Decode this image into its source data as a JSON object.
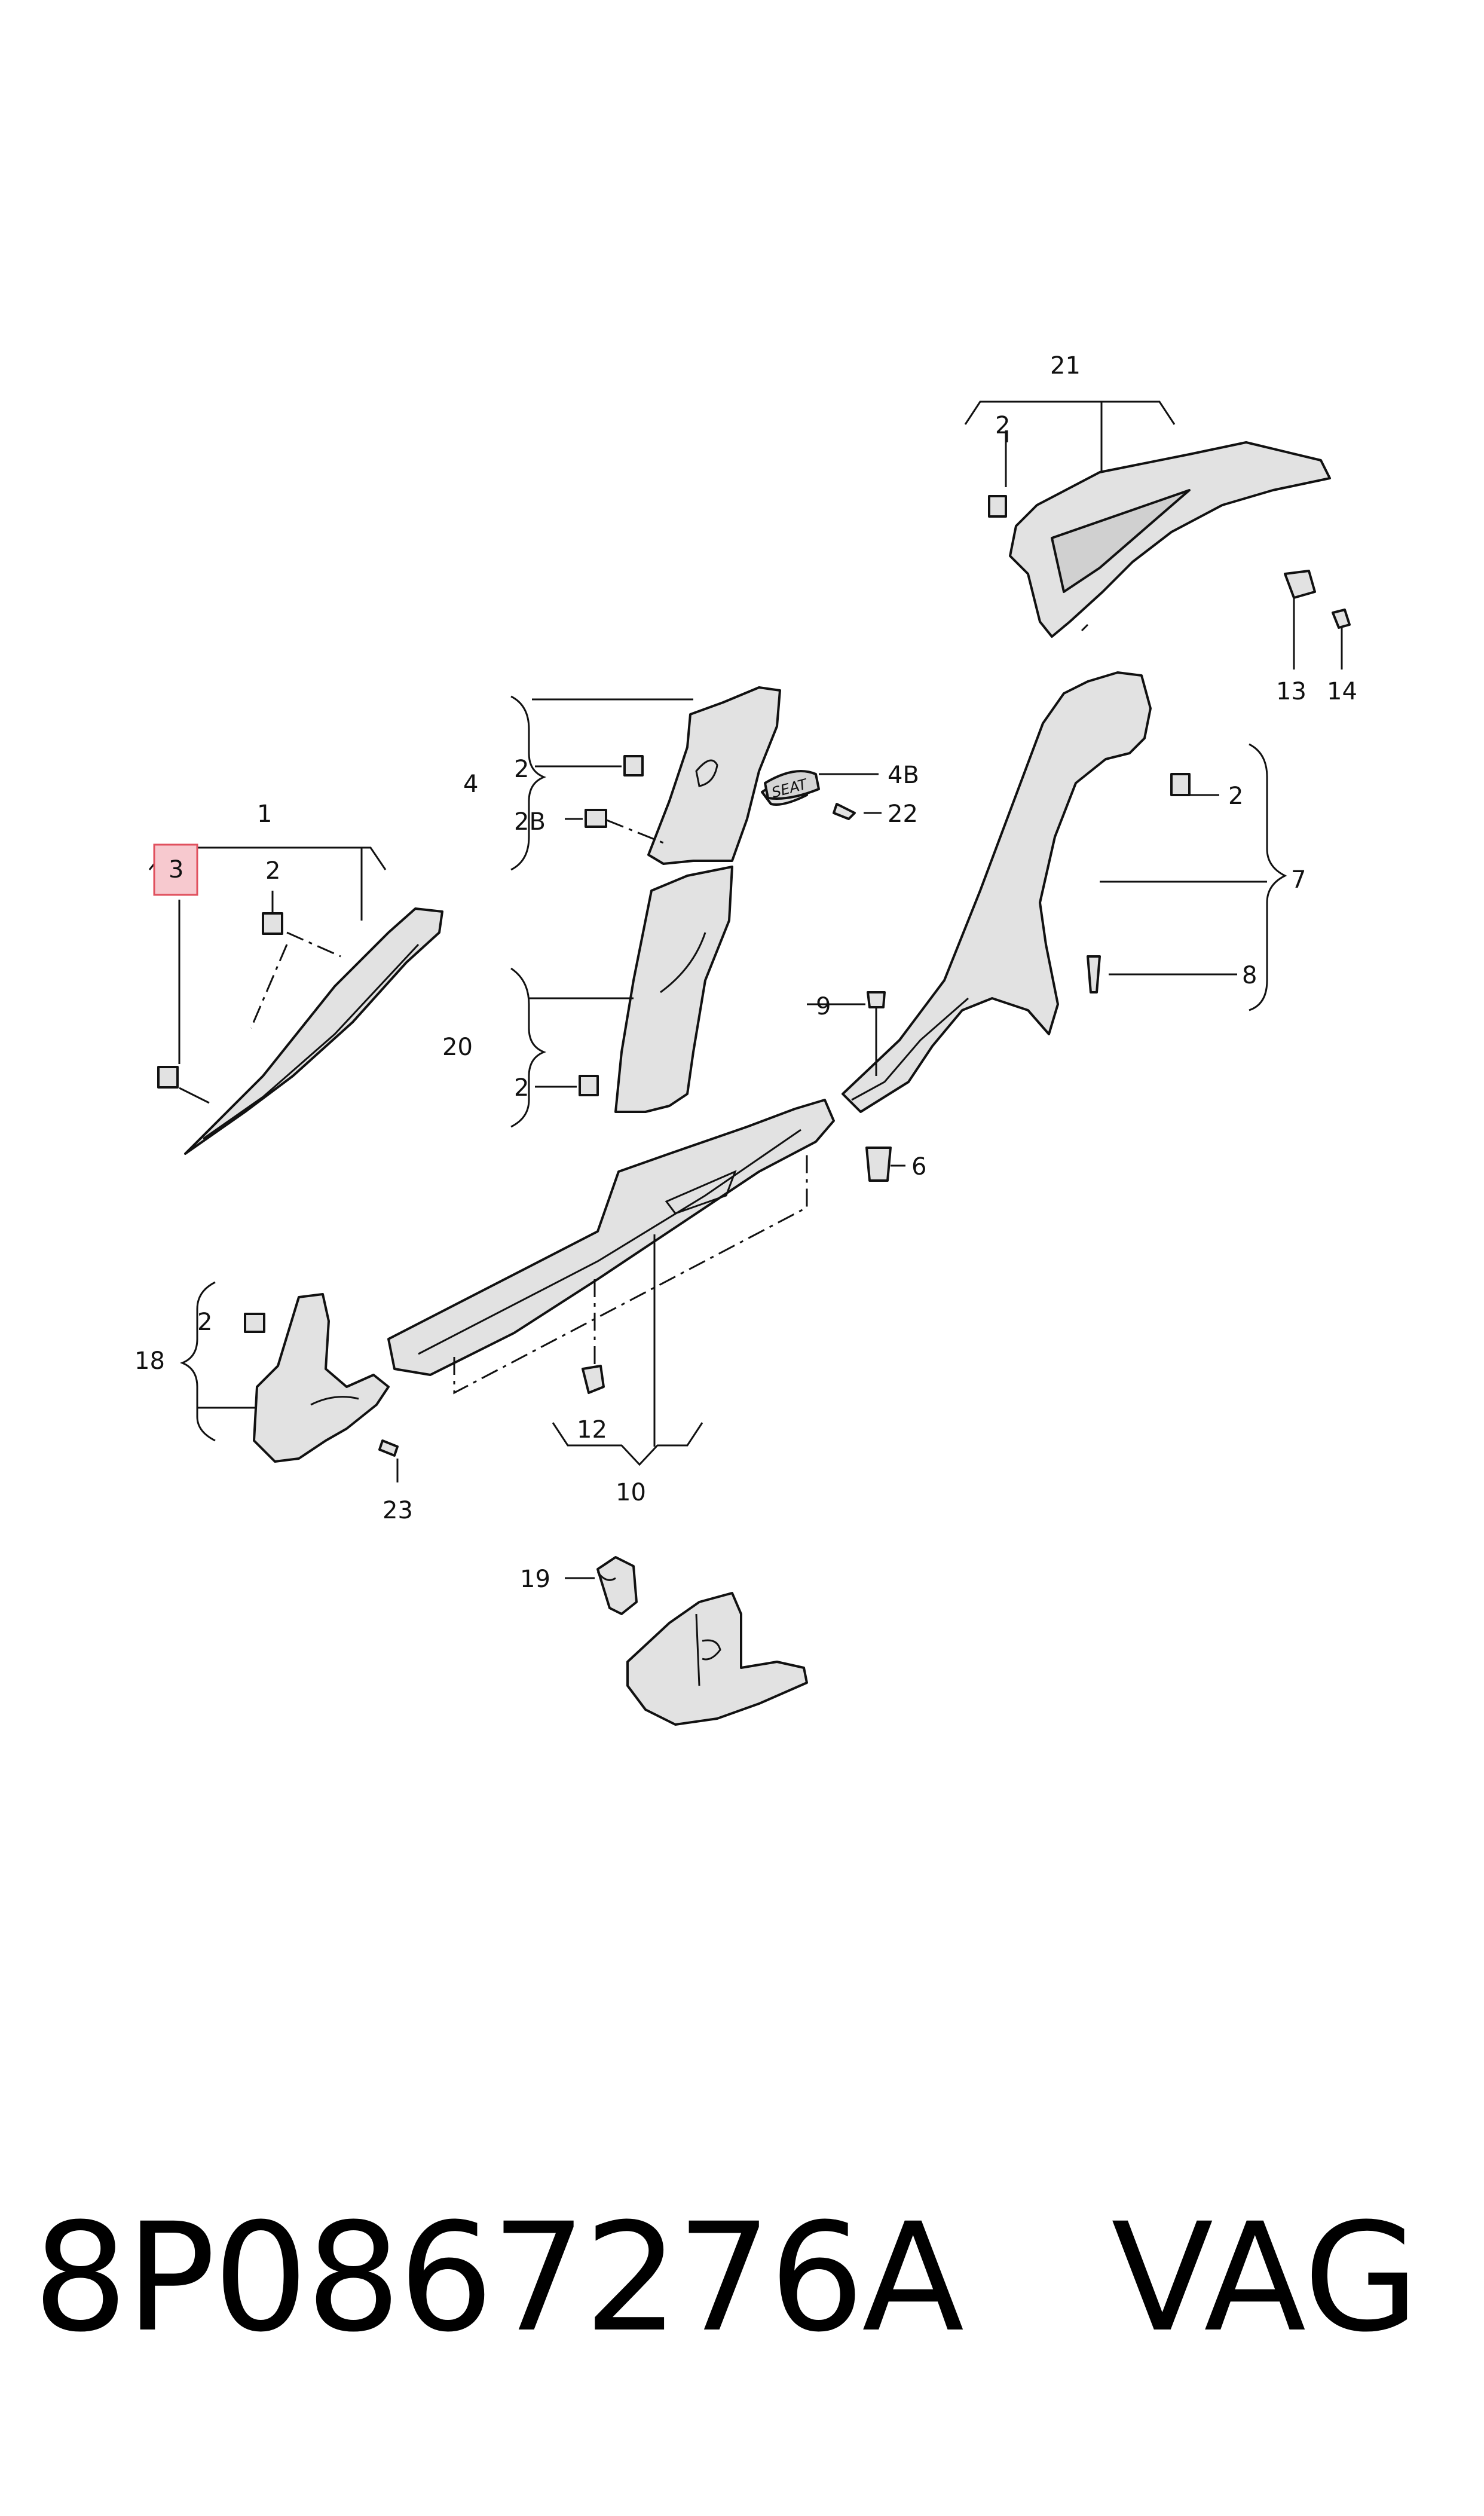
{
  "callouts": {
    "c1": "1",
    "c2a": "2",
    "c2b": "2",
    "c2c": "2",
    "c2d": "2",
    "c2e": "2",
    "c2f": "2",
    "c2B": "2B",
    "c3": "3",
    "c4": "4",
    "c4B": "4B",
    "c6": "6",
    "c7": "7",
    "c8": "8",
    "c9": "9",
    "c10": "10",
    "c12": "12",
    "c13": "13",
    "c14": "14",
    "c18": "18",
    "c19": "19",
    "c20": "20",
    "c21": "21",
    "c22": "22",
    "c23": "23"
  },
  "seat_text": "SEAT",
  "highlight": {
    "label": "3",
    "fill": "#f7c9cf",
    "stroke": "#e0505e"
  },
  "footer": {
    "part_number": "8P0867276A",
    "brand": "VAG"
  }
}
